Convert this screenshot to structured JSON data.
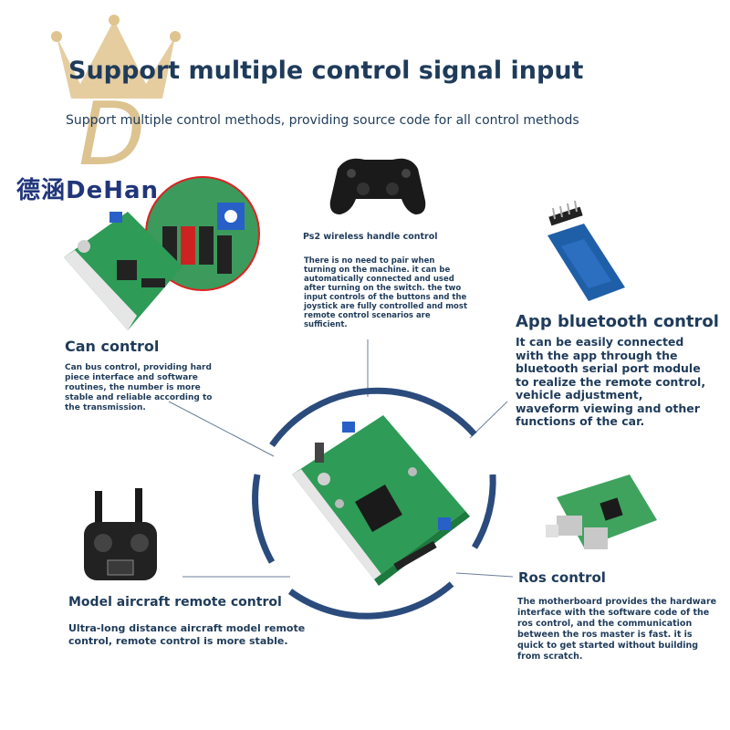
{
  "header": {
    "title": "Support multiple control signal input",
    "subtitle": "Support multiple control methods, providing source code for all control methods"
  },
  "logo": {
    "brand_text": "德涵DeHan",
    "letter": "D"
  },
  "sections": {
    "ps2": {
      "title": "Ps2 wireless handle control",
      "desc": "There is no need to pair when turning on the machine. it can be automatically connected and used after turning on the switch. the two input controls of the buttons and the joystick are fully controlled and most remote control scenarios are sufficient."
    },
    "can": {
      "title": "Can control",
      "desc": "Can bus control, providing hard piece interface and software routines, the number is more stable and reliable according to the transmission."
    },
    "app": {
      "title": "App bluetooth control",
      "desc": "It can be easily connected with the app through the bluetooth serial port module to realize the remote control, vehicle adjustment, waveform viewing and other functions of the car."
    },
    "aircraft": {
      "title": "Model aircraft remote control",
      "desc": "Ultra-long distance aircraft model remote control, remote control is more stable."
    },
    "ros": {
      "title": "Ros control",
      "desc": "The motherboard provides the hardware interface with the software code of the ros control, and the communication between the ros master is fast. it is quick to get started without building from scratch."
    }
  },
  "colors": {
    "navy": "#1f3b5a",
    "ring": "#2a4b7c",
    "pcb": "#2e9b57",
    "logo_gold": "#d8b67a",
    "brand": "#21367a"
  }
}
